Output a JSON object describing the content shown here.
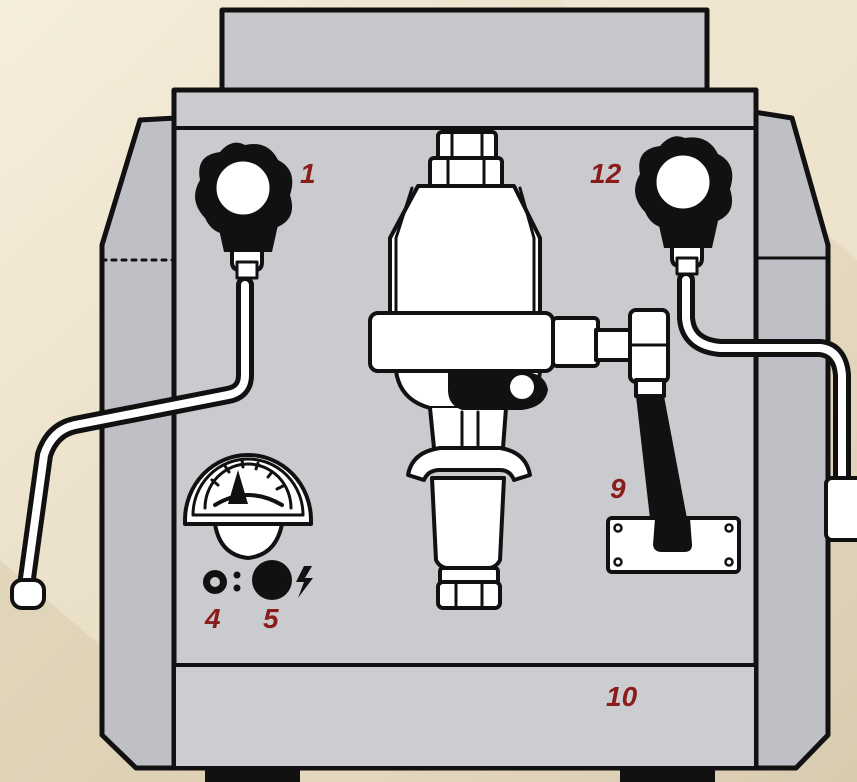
{
  "colors": {
    "background_light": "#f4ecd8",
    "background_dark": "#dccfb3",
    "machine_body": "#c6c8cc",
    "machine_panel": "#c9cbcf",
    "outline": "#111111",
    "metal": "#ffffff",
    "knob": "#111111",
    "label": "#8b1c1c"
  },
  "callouts": [
    {
      "id": "1",
      "text": "1"
    },
    {
      "id": "12",
      "text": "12"
    },
    {
      "id": "9",
      "text": "9"
    },
    {
      "id": "4",
      "text": "4"
    },
    {
      "id": "5",
      "text": "5"
    },
    {
      "id": "10",
      "text": "10"
    }
  ],
  "icons": [
    "steam-knob-icon",
    "hot-water-knob-icon",
    "pressure-gauge-icon",
    "power-light-icon",
    "heating-light-icon",
    "lightning-icon",
    "portafilter-icon",
    "grouphead-icon",
    "steam-wand-icon",
    "hot-water-wand-icon",
    "brew-lever-icon"
  ]
}
